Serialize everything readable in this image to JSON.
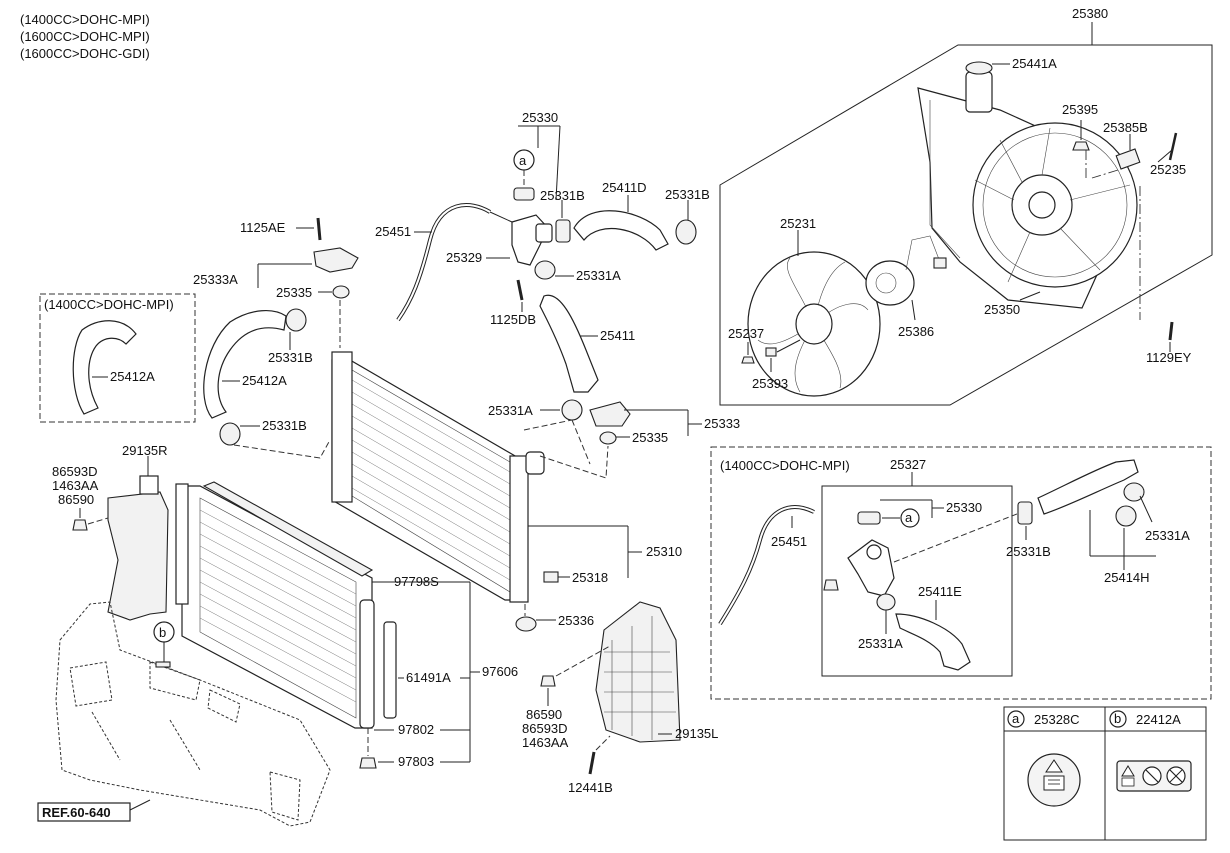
{
  "header_notes": [
    "(1400CC>DOHC-MPI)",
    "(1600CC>DOHC-MPI)",
    "(1600CC>DOHC-GDI)"
  ],
  "box_notes": {
    "left_box": "(1400CC>DOHC-MPI)",
    "right_box": "(1400CC>DOHC-MPI)"
  },
  "ref_label": "REF.60-640",
  "callouts": {
    "a": "a",
    "b": "b"
  },
  "labels": {
    "l25380": "25380",
    "l25441A": "25441A",
    "l25395": "25395",
    "l25385B": "25385B",
    "l25235": "25235",
    "l25231": "25231",
    "l25350": "25350",
    "l25386": "25386",
    "l25237": "25237",
    "l25393": "25393",
    "l1129EY": "1129EY",
    "l25330": "25330",
    "l25331B_1": "25331B",
    "l25411D": "25411D",
    "l25331B_2": "25331B",
    "l25451": "25451",
    "l25329": "25329",
    "l25331A_1": "25331A",
    "l1125DB": "1125DB",
    "l25411": "25411",
    "l1125AE": "1125AE",
    "l25333A": "25333A",
    "l25335_1": "25335",
    "l25331B_3": "25331B",
    "l25412A_1": "25412A",
    "l25412A_2": "25412A",
    "l25331B_4": "25331B",
    "l25331A_2": "25331A",
    "l25333": "25333",
    "l25335_2": "25335",
    "l29135R": "29135R",
    "l86593D_1": "86593D",
    "l1463AA_1": "1463AA",
    "l86590_1": "86590",
    "l25310": "25310",
    "l25318": "25318",
    "l25336": "25336",
    "l97798S": "97798S",
    "l61491A": "61491A",
    "l97606": "97606",
    "l97802": "97802",
    "l97803": "97803",
    "l86590_2": "86590",
    "l86593D_2": "86593D",
    "l1463AA_2": "1463AA",
    "l29135L": "29135L",
    "l12441B": "12441B",
    "l25327": "25327",
    "l25330_2": "25330",
    "l25451_2": "25451",
    "l25331B_5": "25331B",
    "l25331A_3": "25331A",
    "l25411E": "25411E",
    "l25331A_4": "25331A",
    "l25414H": "25414H"
  },
  "legend_table": {
    "a_letter": "a",
    "a_part": "25328C",
    "b_letter": "b",
    "b_part": "22412A"
  }
}
